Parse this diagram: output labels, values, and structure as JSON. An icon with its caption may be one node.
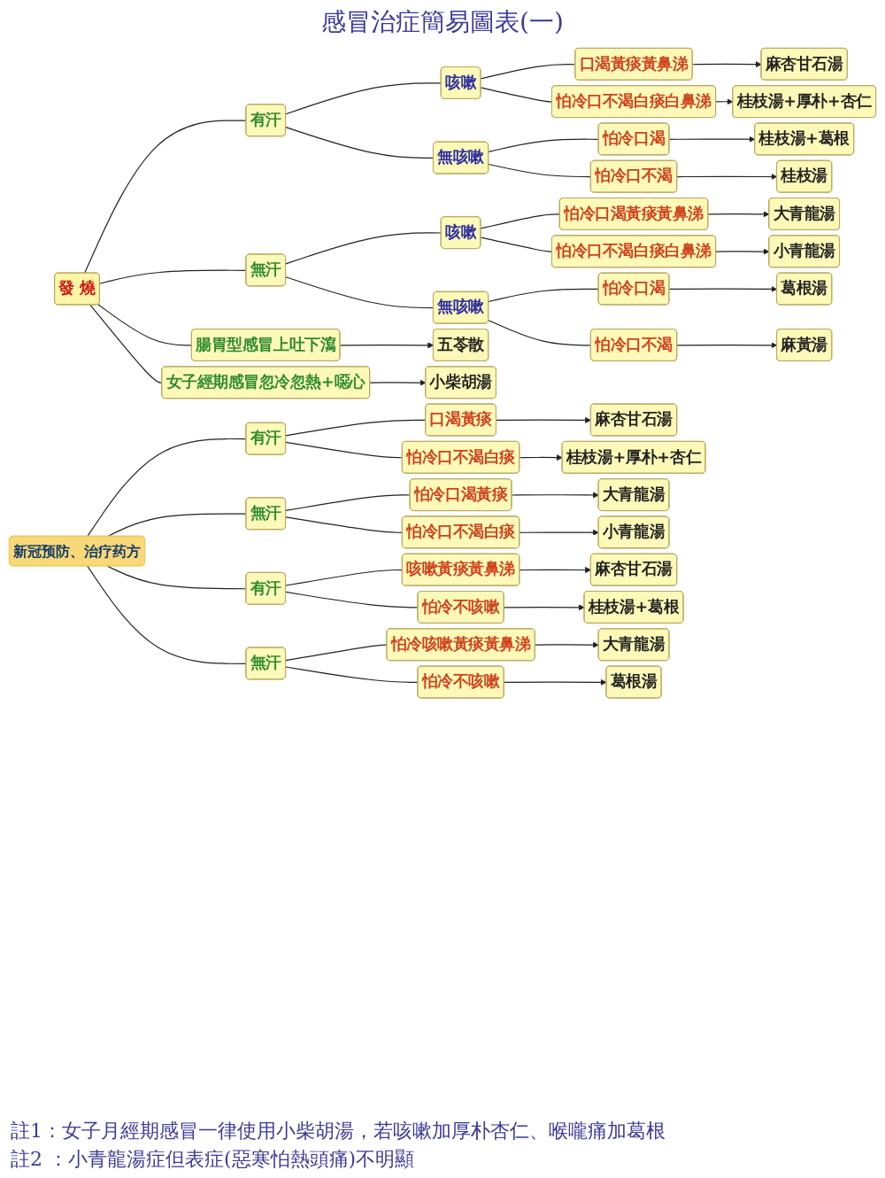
{
  "diagram": {
    "title": "感冒治症簡易圖表(一)",
    "nodes": [
      {
        "text": [
          "發 燒"
        ]
      },
      {
        "text": [
          "腸胃型感冒上吐下瀉"
        ]
      },
      {
        "text": [
          "有汗"
        ]
      },
      {
        "text": [
          "無汗"
        ]
      },
      {
        "text": [
          "女子經期感冒忽冷忽熱+噁心"
        ]
      },
      {
        "text": [
          "咳嗽"
        ]
      },
      {
        "text": [
          "無咳嗽"
        ]
      },
      {
        "text": [
          "咳嗽"
        ]
      },
      {
        "text": [
          "無咳嗽"
        ]
      },
      {
        "text": [
          "口渴黃痰黃鼻涕"
        ]
      },
      {
        "text": [
          "怕冷口不渴白痰白鼻涕"
        ]
      },
      {
        "text": [
          "怕冷口渴"
        ]
      },
      {
        "text": [
          "怕冷口不渴"
        ]
      },
      {
        "text": [
          "怕冷口渴黃痰黃鼻涕"
        ]
      },
      {
        "text": [
          "怕冷口不渴白痰白鼻涕"
        ]
      },
      {
        "text": [
          "怕冷口渴"
        ]
      },
      {
        "text": [
          "怕冷口不渴"
        ]
      },
      {
        "text": [
          "五苓散"
        ]
      },
      {
        "text": [
          "麻杏甘石湯"
        ]
      },
      {
        "text": [
          "桂枝湯+厚朴+杏仁"
        ]
      },
      {
        "text": [
          "桂枝湯+葛根"
        ]
      },
      {
        "text": [
          "桂枝湯"
        ]
      },
      {
        "text": [
          "大青龍湯"
        ]
      },
      {
        "text": [
          "小青龍湯"
        ]
      },
      {
        "text": [
          "葛根湯"
        ]
      },
      {
        "text": [
          "麻黃湯"
        ]
      },
      {
        "text": [
          "小柴胡湯"
        ]
      },
      {
        "text": [
          "新冠预防、治疗药方"
        ]
      },
      {
        "text": [
          "有汗"
        ]
      },
      {
        "text": [
          "無汗"
        ]
      },
      {
        "text": [
          "有汗"
        ]
      },
      {
        "text": [
          "無汗"
        ]
      },
      {
        "text": [
          "口渴黃痰"
        ]
      },
      {
        "text": [
          "怕冷口不渴白痰"
        ]
      },
      {
        "text": [
          "怕冷口渴黃痰"
        ]
      },
      {
        "text": [
          "怕冷口不渴白痰"
        ]
      },
      {
        "text": [
          "咳嗽黃痰黃鼻涕"
        ]
      },
      {
        "text": [
          "怕冷不咳嗽"
        ]
      },
      {
        "text": [
          "怕冷咳嗽黃痰黃鼻涕"
        ]
      },
      {
        "text": [
          "怕冷不咳嗽"
        ]
      },
      {
        "text": [
          "麻杏甘石湯"
        ]
      },
      {
        "text": [
          "桂枝湯+厚朴+杏仁"
        ]
      },
      {
        "text": [
          "大青龍湯"
        ]
      },
      {
        "text": [
          "小青龍湯"
        ]
      },
      {
        "text": [
          "麻杏甘石湯"
        ]
      },
      {
        "text": [
          "桂枝湯+葛根"
        ]
      },
      {
        "text": [
          "大青龍湯"
        ]
      },
      {
        "text": [
          "葛根湯"
        ]
      }
    ],
    "edges": [
      {
        "from": 0,
        "to": 1,
        "arrow": "none"
      },
      {
        "from": 0,
        "to": 2,
        "arrow": "none"
      },
      {
        "from": 0,
        "to": 3,
        "arrow": "none"
      },
      {
        "from": 0,
        "to": 4,
        "arrow": "none"
      },
      {
        "from": 1,
        "to": 17,
        "arrow": "to"
      },
      {
        "from": 2,
        "to": 5,
        "arrow": "none"
      },
      {
        "from": 2,
        "to": 6,
        "arrow": "none"
      },
      {
        "from": 3,
        "to": 7,
        "arrow": "none"
      },
      {
        "from": 3,
        "to": 8,
        "arrow": "none"
      },
      {
        "from": 5,
        "to": 9,
        "arrow": "none"
      },
      {
        "from": 5,
        "to": 10,
        "arrow": "none"
      },
      {
        "from": 6,
        "to": 11,
        "arrow": "none"
      },
      {
        "from": 6,
        "to": 12,
        "arrow": "none"
      },
      {
        "from": 7,
        "to": 13,
        "arrow": "none"
      },
      {
        "from": 7,
        "to": 14,
        "arrow": "none"
      },
      {
        "from": 8,
        "to": 15,
        "arrow": "none"
      },
      {
        "from": 8,
        "to": 16,
        "arrow": "none"
      },
      {
        "from": 9,
        "to": 18,
        "arrow": "to"
      },
      {
        "from": 10,
        "to": 19,
        "arrow": "to"
      },
      {
        "from": 11,
        "to": 20,
        "arrow": "to"
      },
      {
        "from": 12,
        "to": 21,
        "arrow": "to"
      },
      {
        "from": 13,
        "to": 22,
        "arrow": "to"
      },
      {
        "from": 14,
        "to": 23,
        "arrow": "to"
      },
      {
        "from": 15,
        "to": 24,
        "arrow": "to"
      },
      {
        "from": 16,
        "to": 25,
        "arrow": "to"
      },
      {
        "from": 4,
        "to": 26,
        "arrow": "to"
      },
      {
        "from": 27,
        "to": 28,
        "arrow": "none"
      },
      {
        "from": 27,
        "to": 29,
        "arrow": "none"
      },
      {
        "from": 27,
        "to": 30,
        "arrow": "none"
      },
      {
        "from": 27,
        "to": 31,
        "arrow": "none"
      },
      {
        "from": 28,
        "to": 32,
        "arrow": "none"
      },
      {
        "from": 28,
        "to": 33,
        "arrow": "none"
      },
      {
        "from": 29,
        "to": 34,
        "arrow": "none"
      },
      {
        "from": 29,
        "to": 35,
        "arrow": "none"
      },
      {
        "from": 30,
        "to": 36,
        "arrow": "none"
      },
      {
        "from": 30,
        "to": 37,
        "arrow": "none"
      },
      {
        "from": 31,
        "to": 38,
        "arrow": "none"
      },
      {
        "from": 31,
        "to": 39,
        "arrow": "none"
      },
      {
        "from": 32,
        "to": 40,
        "arrow": "to"
      },
      {
        "from": 33,
        "to": 41,
        "arrow": "to"
      },
      {
        "from": 34,
        "to": 42,
        "arrow": "to"
      },
      {
        "from": 35,
        "to": 43,
        "arrow": "to"
      },
      {
        "from": 36,
        "to": 44,
        "arrow": "to"
      },
      {
        "from": 37,
        "to": 45,
        "arrow": "to"
      },
      {
        "from": 38,
        "to": 46,
        "arrow": "to"
      },
      {
        "from": 39,
        "to": 47,
        "arrow": "to"
      }
    ],
    "labels": [
      "註1：女子月經期感冒一律使用小柴胡湯，若咳嗽加厚朴杏仁、喉嚨痛加葛根",
      "註2 ：小青龍湯症但表症(惡寒怕熱頭痛)不明顯"
    ]
  }
}
